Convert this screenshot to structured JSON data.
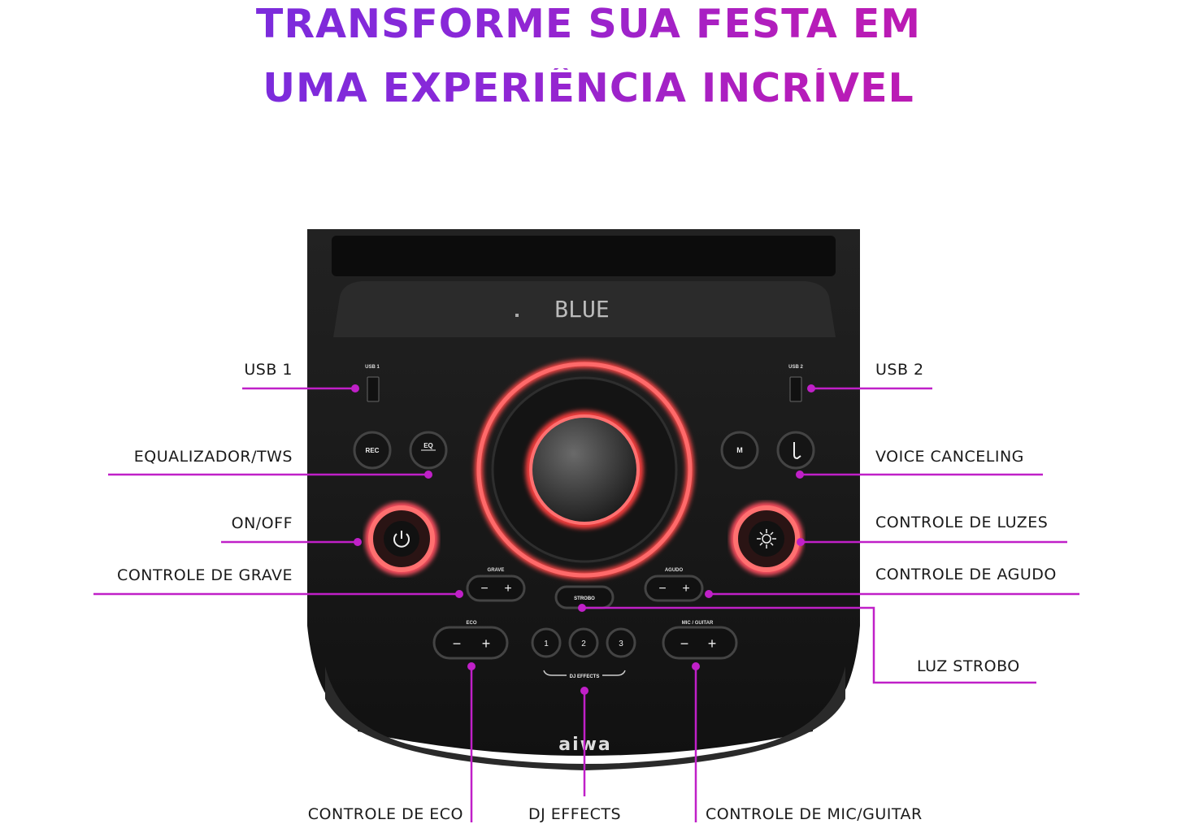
{
  "headline": {
    "line1": "TRANSFORME SUA FESTA EM",
    "line2": "UMA EXPERIÊNCIA INCRÍVEL"
  },
  "accent_color": "#c020c8",
  "speaker": {
    "display": "BLUE",
    "brand": "aiwa",
    "usb1": "USB 1",
    "usb2": "USB 2",
    "rec": "REC",
    "eq": "EQ",
    "m": "M",
    "grave": "GRAVE",
    "agudo": "AGUDO",
    "strobo": "STROBO",
    "eco": "ECO",
    "mic_guitar": "MIC / GUITAR",
    "dj_effects": "DJ EFFECTS",
    "dj_buttons": [
      "1",
      "2",
      "3"
    ],
    "minus": "−",
    "plus": "+"
  },
  "callouts": {
    "usb1": "USB 1",
    "usb2": "USB 2",
    "eq_tws": "EQUALIZADOR/TWS",
    "voice_canceling": "VOICE CANCELING",
    "on_off": "ON/OFF",
    "luzes": "CONTROLE DE LUZES",
    "grave": "CONTROLE DE GRAVE",
    "agudo": "CONTROLE DE AGUDO",
    "strobo": "LUZ STROBO",
    "eco": "CONTROLE DE ECO",
    "dj": "DJ EFFECTS",
    "mic": "CONTROLE DE MIC/GUITAR"
  }
}
